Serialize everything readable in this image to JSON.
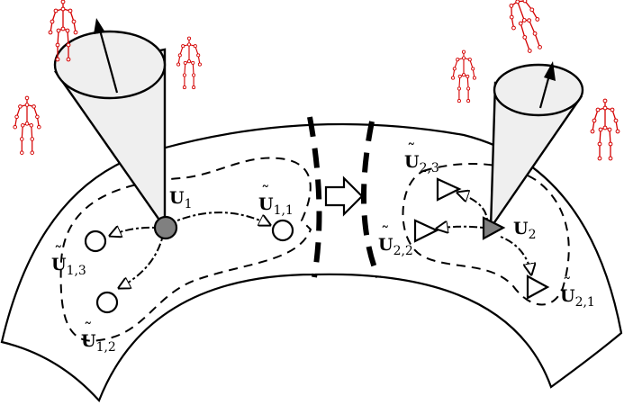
{
  "colors": {
    "skeleton": "#d40000",
    "cone_fill": "#efefef",
    "solid_node_fill": "#808080"
  },
  "labels": {
    "u1": {
      "base": "U",
      "sub": "1",
      "tilde": false
    },
    "u11": {
      "base": "U",
      "sub": "1,1",
      "tilde": true
    },
    "u12": {
      "base": "U",
      "sub": "1,2",
      "tilde": true
    },
    "u13": {
      "base": "U",
      "sub": "1,3",
      "tilde": true
    },
    "u2": {
      "base": "U",
      "sub": "2",
      "tilde": false
    },
    "u21": {
      "base": "U",
      "sub": "2,1",
      "tilde": true
    },
    "u22": {
      "base": "U",
      "sub": "2,2",
      "tilde": true
    },
    "u23": {
      "base": "U",
      "sub": "2,3",
      "tilde": true
    }
  },
  "icons": {
    "transition_arrow": "hollow-right-arrow-icon",
    "cone": "view-cone-icon",
    "skeleton": "human-skeleton-icon"
  }
}
